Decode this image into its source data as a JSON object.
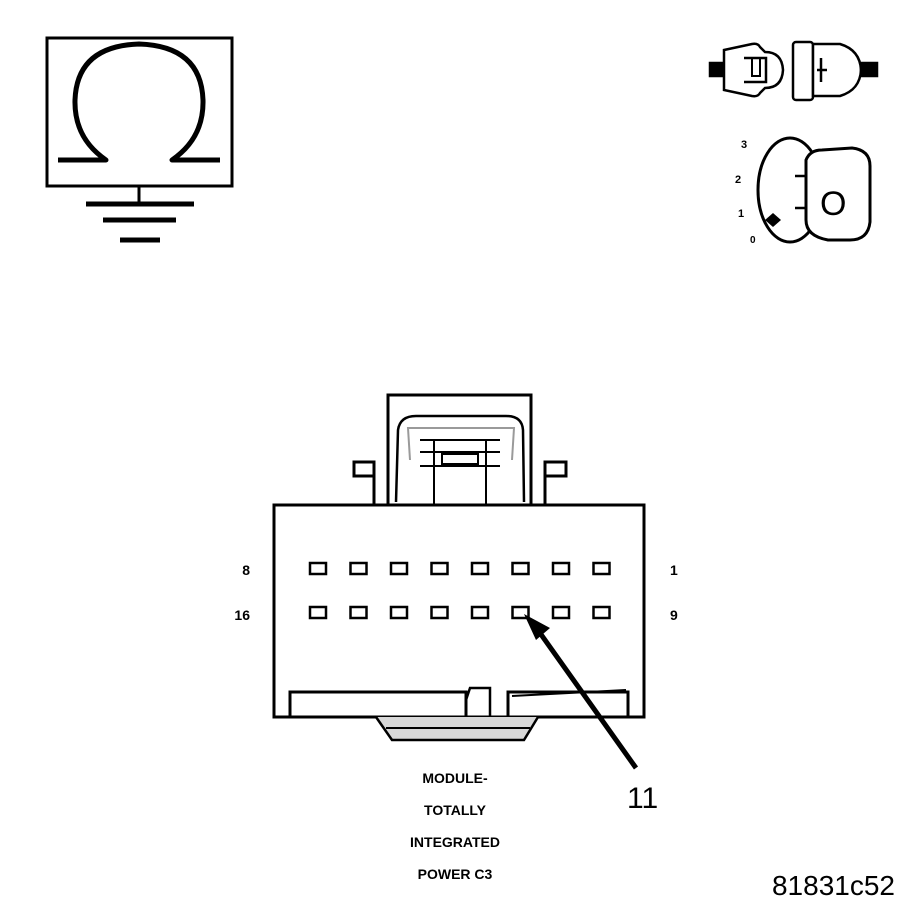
{
  "ignition_dial": {
    "positions": [
      "0",
      "1",
      "2",
      "3"
    ],
    "key_letter": "O"
  },
  "connector": {
    "row1_left_label": "8",
    "row1_right_label": "1",
    "row2_left_label": "16",
    "row2_right_label": "9",
    "pins_per_row": 8,
    "highlighted_pin": 11
  },
  "callout_label": "11",
  "caption_lines": [
    "MODULE-",
    "TOTALLY",
    "INTEGRATED",
    "POWER C3"
  ],
  "figure_id": "81831c52",
  "colors": {
    "ink": "#000000",
    "background": "#ffffff",
    "gray_shade": "#9a9a9a",
    "light_gray": "#d8d8d8"
  },
  "icons": [
    "ohmmeter-ground-icon",
    "connector-disconnect-icon",
    "ignition-off-icon"
  ]
}
